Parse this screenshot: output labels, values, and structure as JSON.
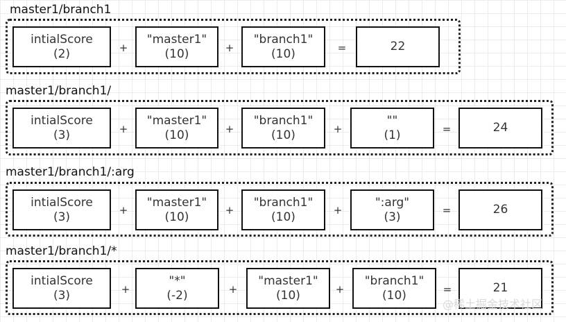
{
  "routes": [
    {
      "label": "master1/branch1",
      "terms": [
        {
          "name": "intialScore",
          "score": "(2)"
        },
        {
          "name": "\"master1\"",
          "score": "(10)"
        },
        {
          "name": "\"branch1\"",
          "score": "(10)"
        }
      ],
      "operators": [
        "+",
        "+",
        "="
      ],
      "total": "22"
    },
    {
      "label": "master1/branch1/",
      "terms": [
        {
          "name": "intialScore",
          "score": "(3)"
        },
        {
          "name": "\"master1\"",
          "score": "(10)"
        },
        {
          "name": "\"branch1\"",
          "score": "(10)"
        },
        {
          "name": "\"\"",
          "score": "(1)"
        }
      ],
      "operators": [
        "+",
        "+",
        "+",
        "="
      ],
      "total": "24"
    },
    {
      "label": "master1/branch1/:arg",
      "terms": [
        {
          "name": "intialScore",
          "score": "(3)"
        },
        {
          "name": "\"master1\"",
          "score": "(10)"
        },
        {
          "name": "\"branch1\"",
          "score": "(10)"
        },
        {
          "name": "\":arg\"",
          "score": "(3)"
        }
      ],
      "operators": [
        "+",
        "+",
        "+",
        "="
      ],
      "total": "26"
    },
    {
      "label": "master1/branch1/*",
      "terms": [
        {
          "name": "intialScore",
          "score": "(3)"
        },
        {
          "name": "\"*\"",
          "score": "(-2)"
        },
        {
          "name": "\"master1\"",
          "score": "(10)"
        },
        {
          "name": "\"branch1\"",
          "score": "(10)"
        }
      ],
      "operators": [
        "+",
        "+",
        "+",
        "="
      ],
      "total": "21"
    }
  ],
  "watermark": "@稀土掘金技术社区"
}
